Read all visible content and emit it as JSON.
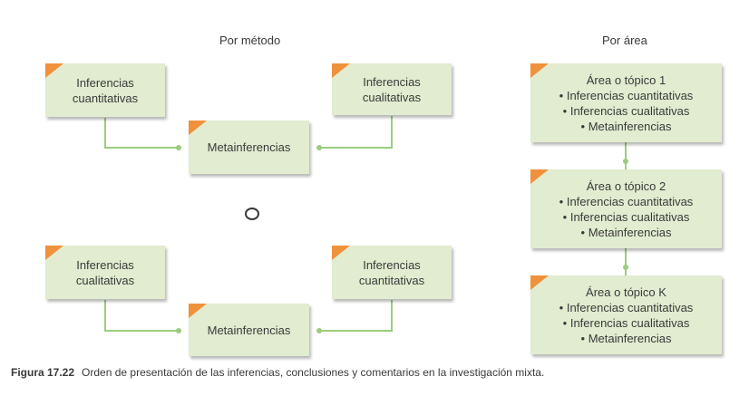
{
  "headings": {
    "por_metodo": "Por método",
    "por_area": "Por área"
  },
  "por_metodo": {
    "diagram_1": {
      "left": [
        "Inferencias",
        "cuantitativas"
      ],
      "right": [
        "Inferencias",
        "cualitativas"
      ],
      "center": "Metainferencias"
    },
    "separator": "o",
    "diagram_2": {
      "left": [
        "Inferencias",
        "cualitativas"
      ],
      "right": [
        "Inferencias",
        "cuantitativas"
      ],
      "center": "Metainferencias"
    }
  },
  "por_area": {
    "areas": [
      {
        "title": "Área o tópico 1",
        "items": [
          "Inferencias cuantitativas",
          "Inferencias cualitativas",
          "Metainferencias"
        ]
      },
      {
        "title": "Área o tópico 2",
        "items": [
          "Inferencias cuantitativas",
          "Inferencias cualitativas",
          "Metainferencias"
        ]
      },
      {
        "title": "Área o tópico K",
        "items": [
          "Inferencias cuantitativas",
          "Inferencias cualitativas",
          "Metainferencias"
        ]
      }
    ]
  },
  "caption": {
    "figure": "Figura 17.22",
    "text": "Orden de presentación de las inferencias, conclusiones y comentarios en la investigación mixta."
  },
  "colors": {
    "box_fill": "#e1ecd0",
    "corner_accent": "#f0913c",
    "connector": "#9ccc7e",
    "text": "#3a3a3a"
  }
}
